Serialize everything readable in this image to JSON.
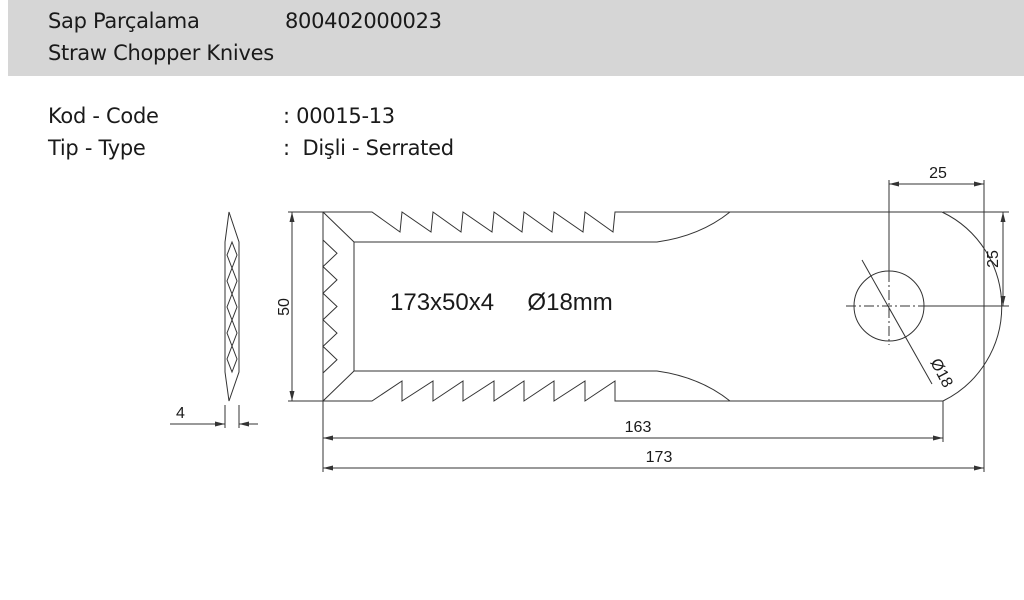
{
  "header": {
    "name_tr": "Sap Parçalama",
    "part_number": "800402000023",
    "name_en": "Straw Chopper Knives"
  },
  "specs": {
    "code_label": "Kod - Code",
    "code_value": ": 00015-13",
    "type_label": "Tip - Type",
    "type_value": ":  Dişli - Serrated"
  },
  "drawing": {
    "main_label": "173x50x4     Ø18mm",
    "dim_height": "50",
    "dim_thickness": "4",
    "dim_163": "163",
    "dim_173": "173",
    "dim_hole_offset_x": "25",
    "dim_hole_offset_y": "25",
    "dim_hole_diameter": "Ø18"
  },
  "colors": {
    "header_bg": "#d6d6d6",
    "line": "#333333"
  }
}
